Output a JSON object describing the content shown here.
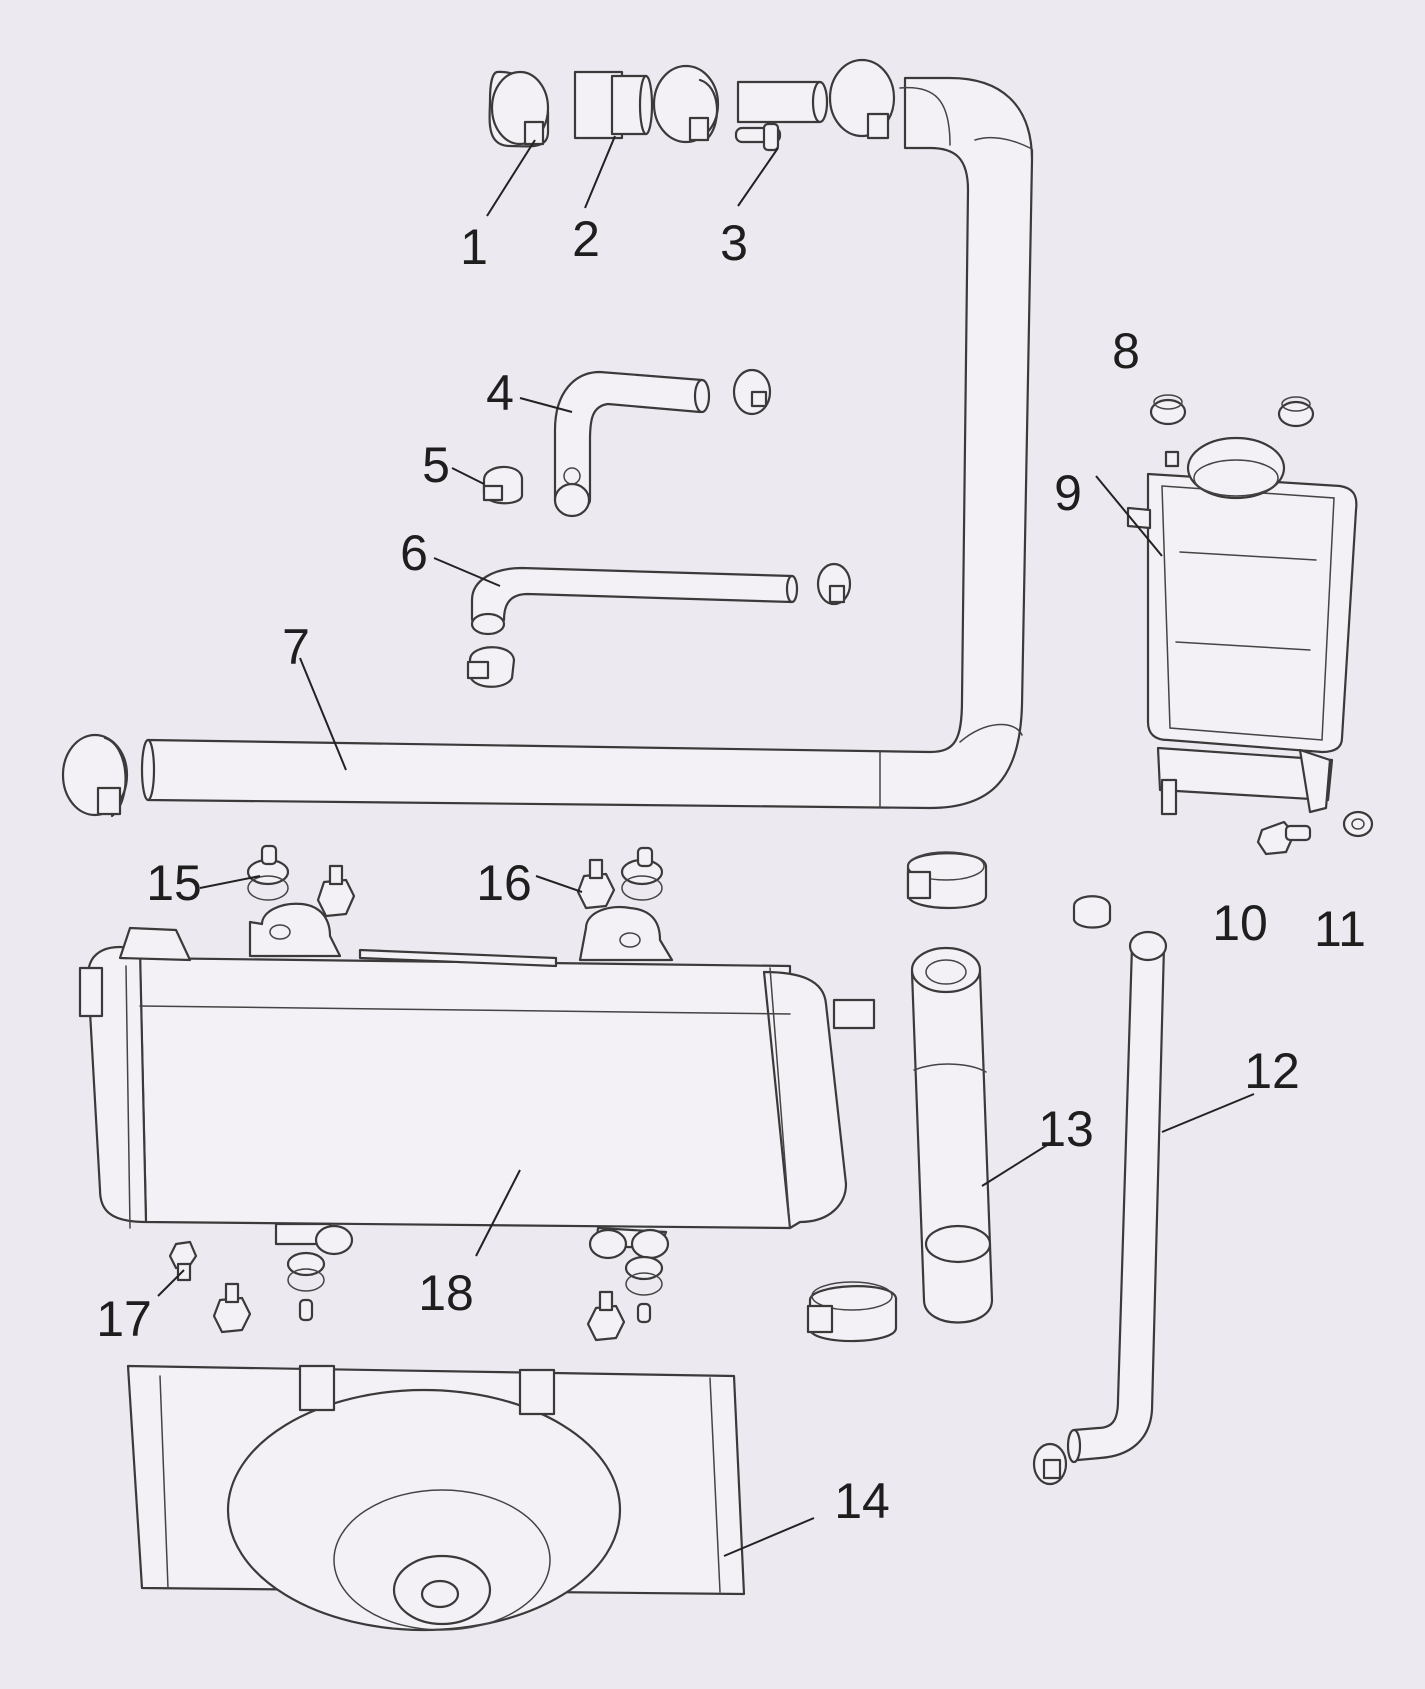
{
  "callouts": [
    {
      "id": "1",
      "text": "1"
    },
    {
      "id": "2",
      "text": "2"
    },
    {
      "id": "3",
      "text": "3"
    },
    {
      "id": "4",
      "text": "4"
    },
    {
      "id": "5",
      "text": "5"
    },
    {
      "id": "6",
      "text": "6"
    },
    {
      "id": "7",
      "text": "7"
    },
    {
      "id": "8",
      "text": "8"
    },
    {
      "id": "9",
      "text": "9"
    },
    {
      "id": "10",
      "text": "10"
    },
    {
      "id": "11",
      "text": "11"
    },
    {
      "id": "12",
      "text": "12"
    },
    {
      "id": "13",
      "text": "13"
    },
    {
      "id": "14",
      "text": "14"
    },
    {
      "id": "15",
      "text": "15"
    },
    {
      "id": "16",
      "text": "16"
    },
    {
      "id": "17",
      "text": "17"
    },
    {
      "id": "18",
      "text": "18"
    }
  ],
  "colors": {
    "paper": "#ece9f0",
    "line": "#3a3a3a",
    "text": "#1e1e1e"
  }
}
